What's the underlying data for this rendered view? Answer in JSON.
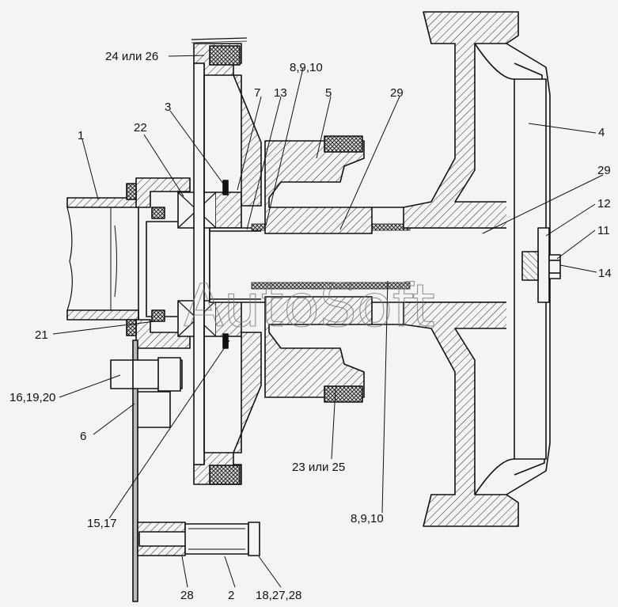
{
  "watermark": "AutoSoft",
  "callouts": {
    "c1": "1",
    "c2": "2",
    "c3": "3",
    "c4": "4",
    "c5": "5",
    "c6": "6",
    "c7": "7",
    "c11": "11",
    "c12": "12",
    "c13": "13",
    "c14": "14",
    "c21": "21",
    "c22": "22",
    "c28": "28",
    "c29_top": "29",
    "c29_right": "29",
    "c8910_top": "8,9,10",
    "c8910_bottom": "8,9,10",
    "c24_26": "24 или 26",
    "c23_25": "23 или 25",
    "c16_19_20": "16,19,20",
    "c15_17": "15,17",
    "c18_27_28": "18,27,28"
  }
}
